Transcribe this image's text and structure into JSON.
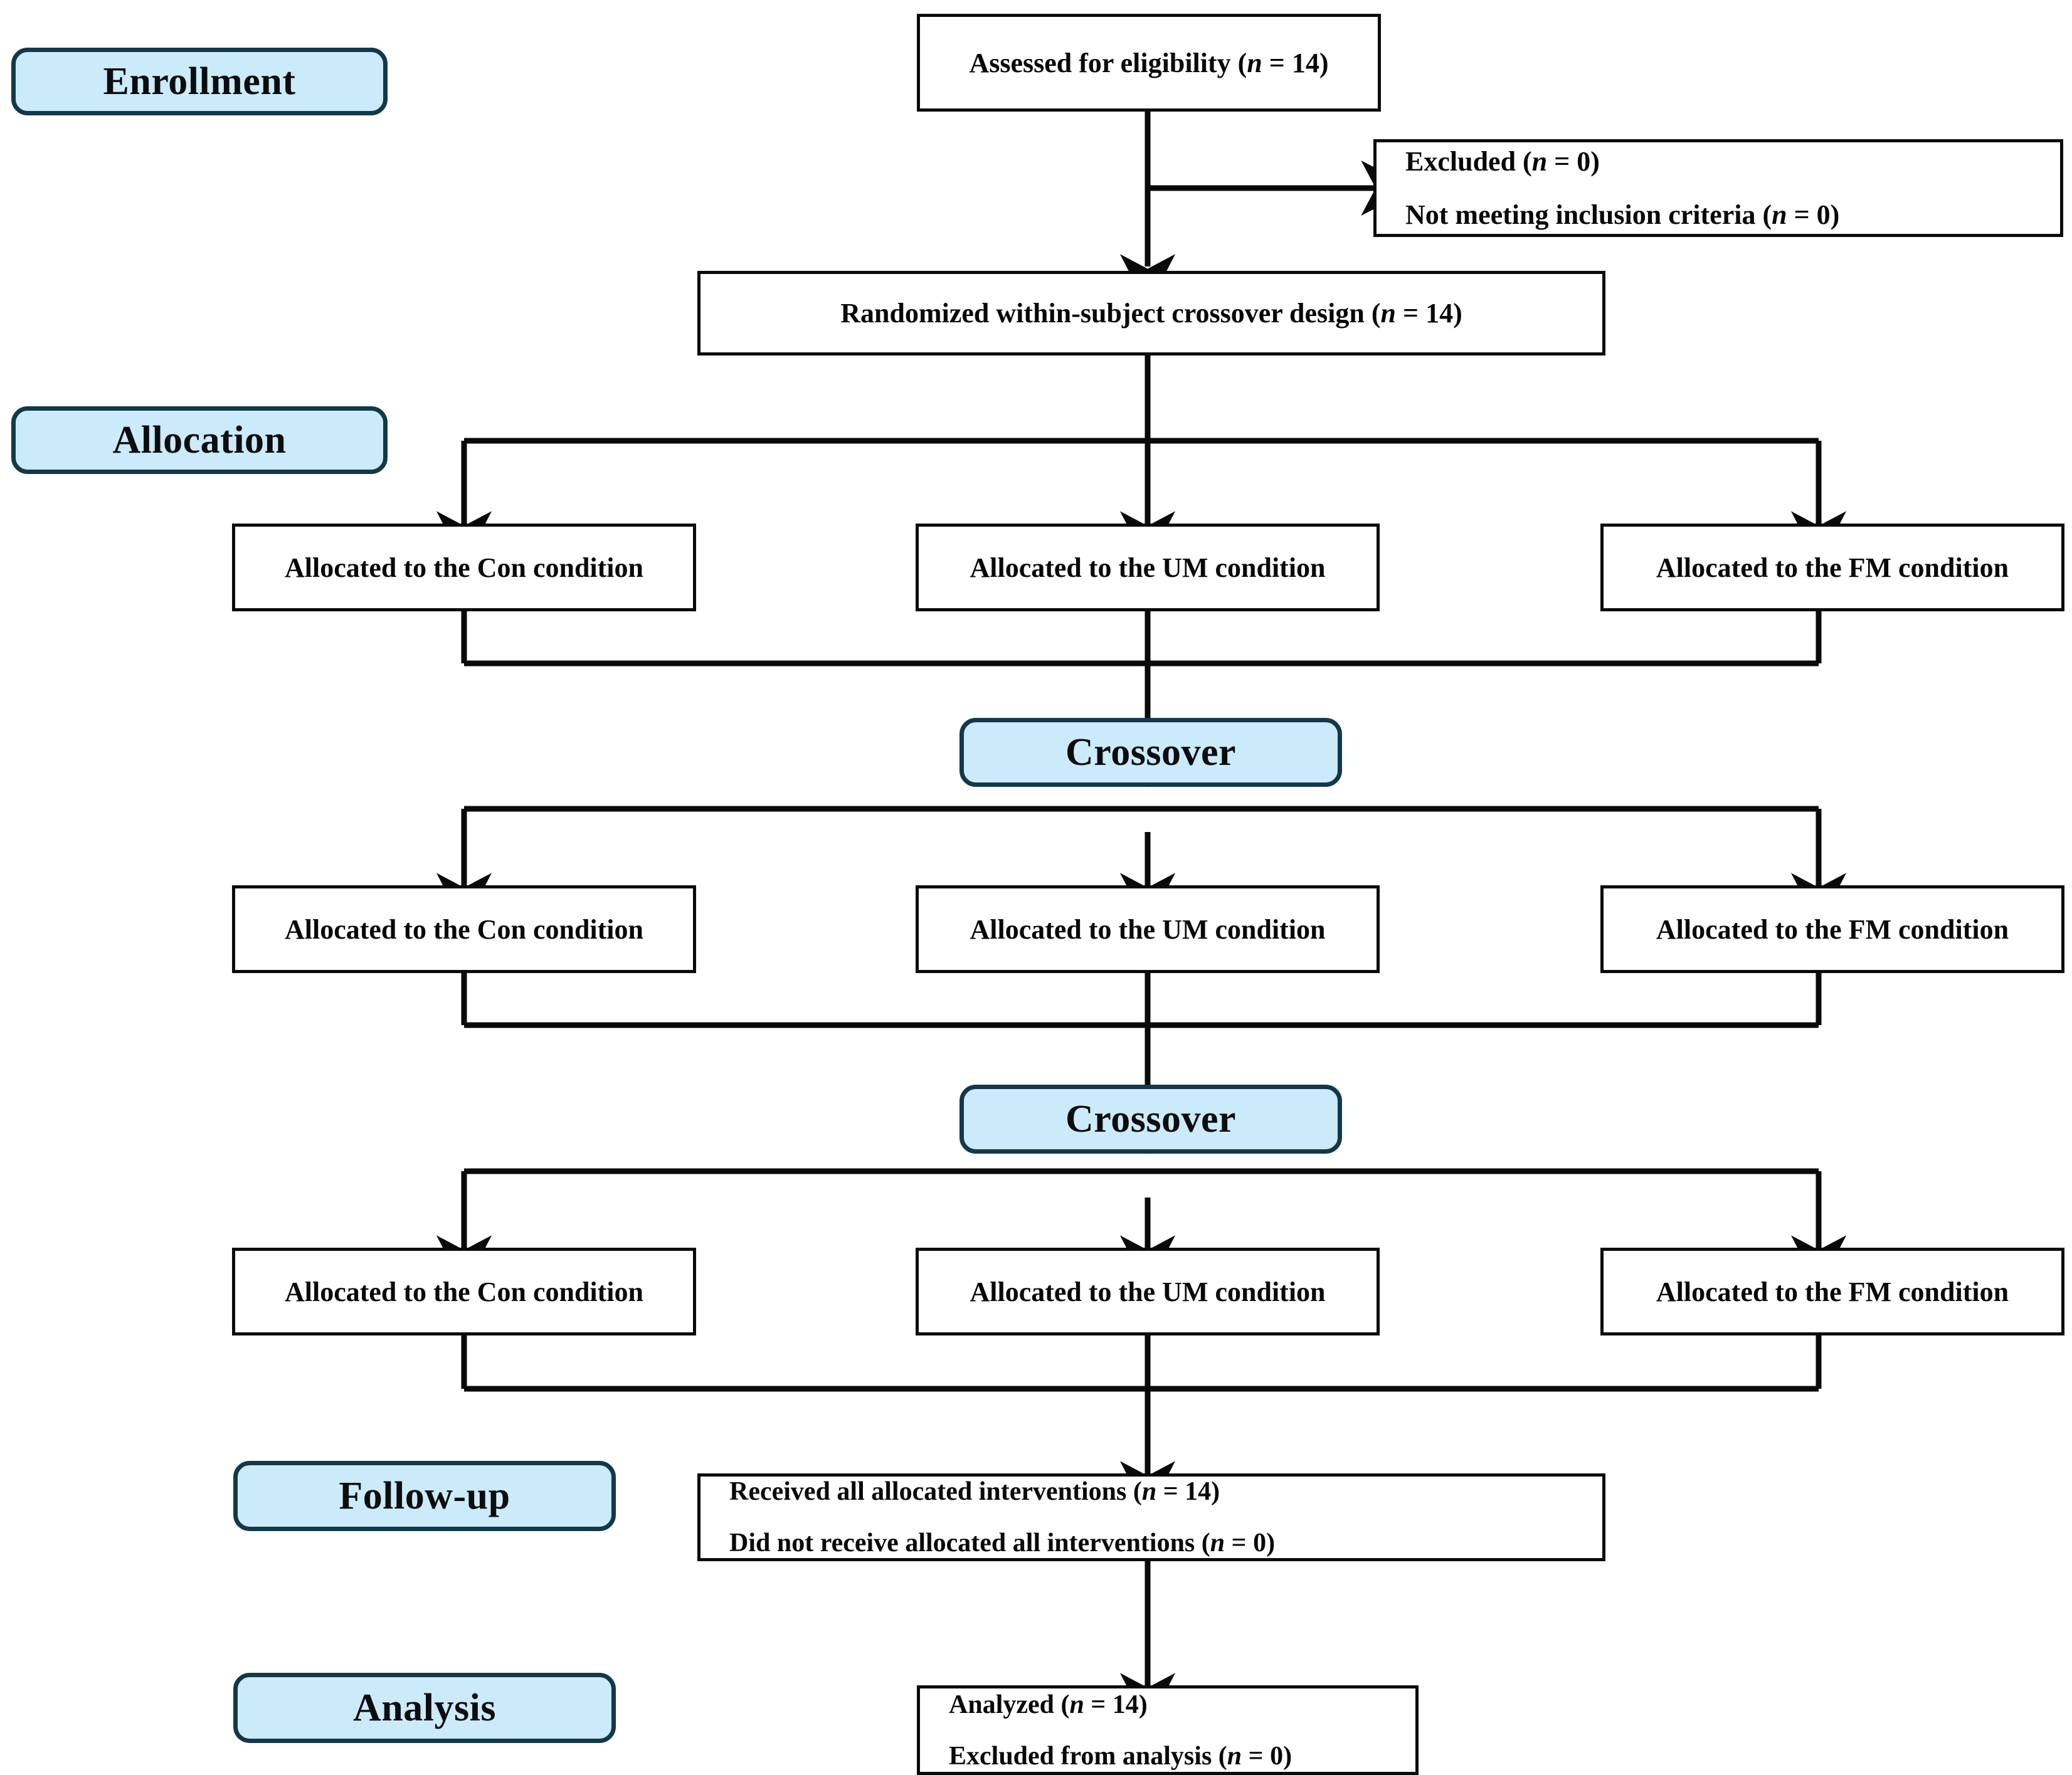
{
  "diagram": {
    "title": "CONSORT flow diagram - randomized within-subject crossover design",
    "colors": {
      "pill_fill": "#cbebfb",
      "pill_border": "#13384a",
      "box_border": "#0a0a0a",
      "background": "#ffffff",
      "text": "#080808"
    }
  },
  "stage_labels": {
    "enrollment": "Enrollment",
    "allocation": "Allocation",
    "crossover_1": "Crossover",
    "crossover_2": "Crossover",
    "followup": "Follow-up",
    "analysis": "Analysis"
  },
  "boxes": {
    "assessed": {
      "line1_pre": "Assessed for eligibility (",
      "line1_italic": "n",
      "line1_post": " = 14)"
    },
    "excluded": {
      "line1_pre": "Excluded (",
      "line1_italic": "n",
      "line1_post": " = 0)",
      "line2_pre": "Not meeting inclusion criteria (",
      "line2_italic": "n",
      "line2_post": " = 0)"
    },
    "randomized": {
      "line1_pre": "Randomized within-subject crossover design (",
      "line1_italic": "n",
      "line1_post": " = 14)"
    },
    "allocation_row_1": [
      {
        "label": "Allocated to the Con condition"
      },
      {
        "label": "Allocated to the UM condition"
      },
      {
        "label": "Allocated to the FM condition"
      }
    ],
    "allocation_row_2": [
      {
        "label": "Allocated to the Con condition"
      },
      {
        "label": "Allocated to the UM condition"
      },
      {
        "label": "Allocated to the FM condition"
      }
    ],
    "allocation_row_3": [
      {
        "label": "Allocated to the Con condition"
      },
      {
        "label": "Allocated to the UM condition"
      },
      {
        "label": "Allocated to the FM condition"
      }
    ],
    "followup": {
      "line1_pre": "Received all allocated interventions  (",
      "line1_italic": "n",
      "line1_post": " = 14)",
      "line2_pre": "Did not receive allocated all interventions (",
      "line2_italic": "n",
      "line2_post": " = 0)"
    },
    "analysis": {
      "line1_pre": "Analyzed (",
      "line1_italic": "n",
      "line1_post": " = 14)",
      "line2_pre": "Excluded from analysis (",
      "line2_italic": "n",
      "line2_post": " = 0)"
    }
  },
  "chart_data": {
    "type": "diagram",
    "flow": [
      {
        "stage": "Enrollment",
        "node": "Assessed for eligibility",
        "n": 14
      },
      {
        "stage": "Enrollment",
        "node": "Excluded",
        "n": 0
      },
      {
        "stage": "Enrollment",
        "node": "Not meeting inclusion criteria",
        "n": 0
      },
      {
        "stage": "Enrollment",
        "node": "Randomized within-subject crossover design",
        "n": 14
      },
      {
        "stage": "Allocation",
        "node": "Allocated to the Con condition"
      },
      {
        "stage": "Allocation",
        "node": "Allocated to the UM condition"
      },
      {
        "stage": "Allocation",
        "node": "Allocated to the FM condition"
      },
      {
        "stage": "Crossover 1",
        "node": "Allocated to the Con condition"
      },
      {
        "stage": "Crossover 1",
        "node": "Allocated to the UM condition"
      },
      {
        "stage": "Crossover 1",
        "node": "Allocated to the FM condition"
      },
      {
        "stage": "Crossover 2",
        "node": "Allocated to the Con condition"
      },
      {
        "stage": "Crossover 2",
        "node": "Allocated to the UM condition"
      },
      {
        "stage": "Crossover 2",
        "node": "Allocated to the FM condition"
      },
      {
        "stage": "Follow-up",
        "node": "Received all allocated interventions",
        "n": 14
      },
      {
        "stage": "Follow-up",
        "node": "Did not receive allocated all interventions",
        "n": 0
      },
      {
        "stage": "Analysis",
        "node": "Analyzed",
        "n": 14
      },
      {
        "stage": "Analysis",
        "node": "Excluded from analysis",
        "n": 0
      }
    ]
  }
}
